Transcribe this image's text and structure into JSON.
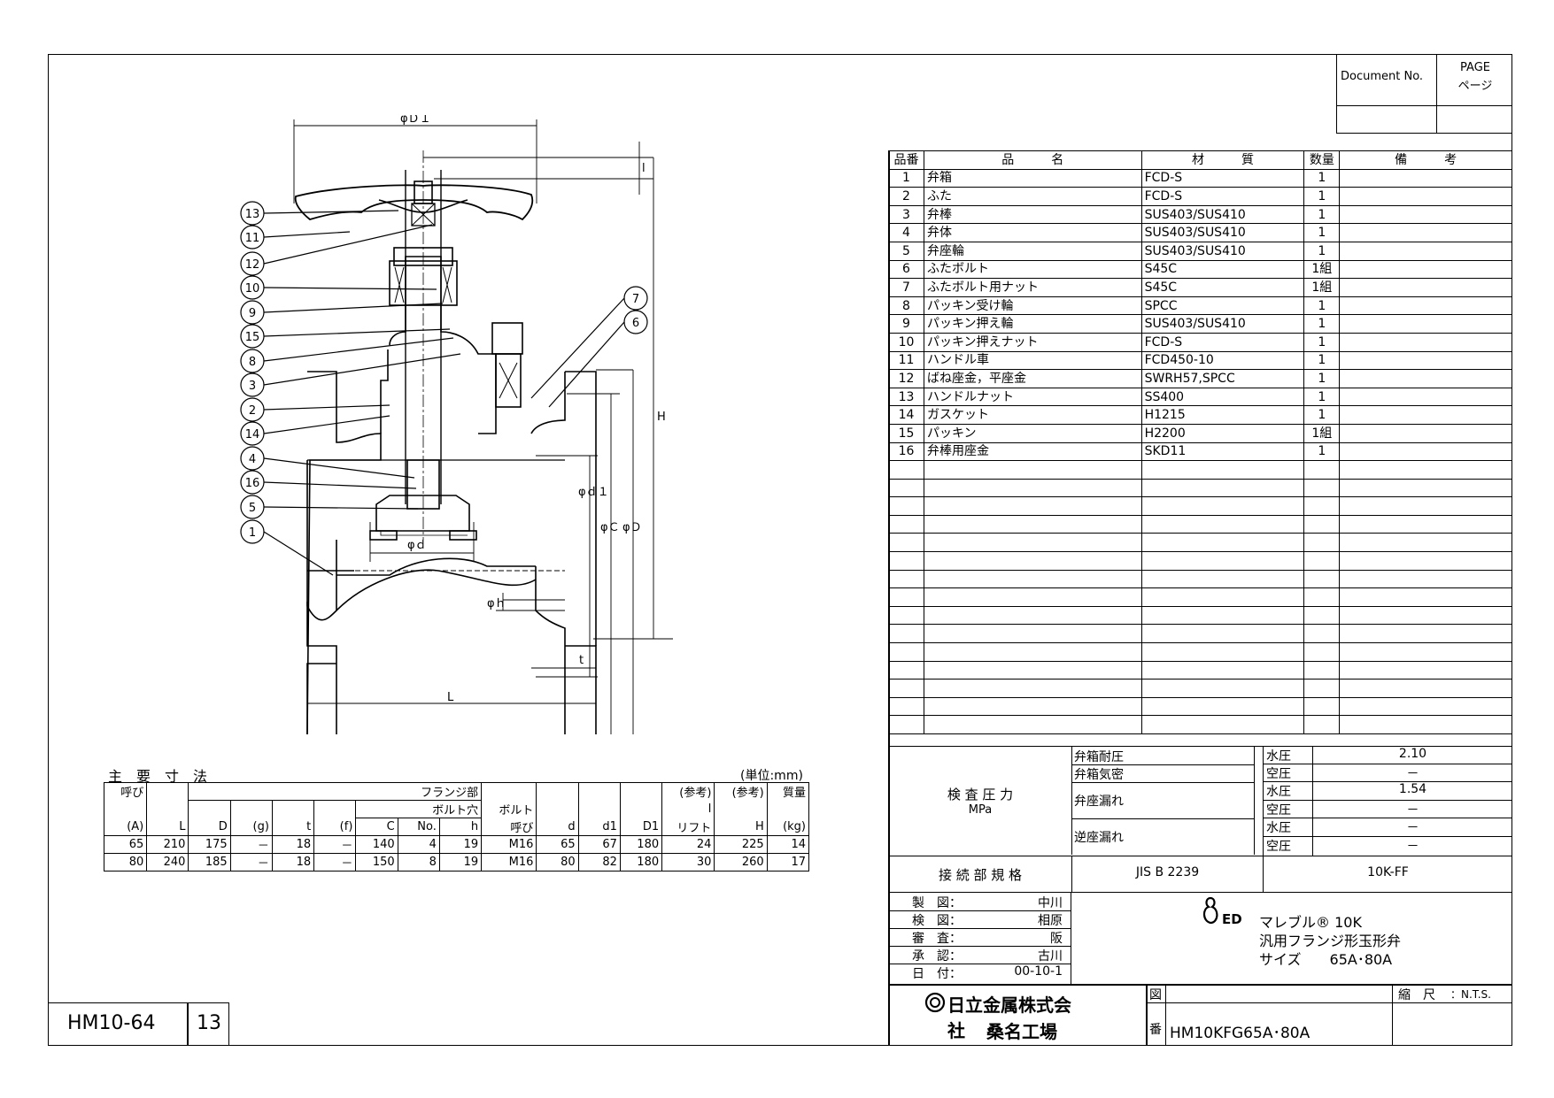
{
  "header": {
    "document_no_label": "Document No.",
    "page_label_en": "PAGE",
    "page_label_ja": "ページ"
  },
  "parts_table": {
    "headers": [
      "品番",
      "品　　　名",
      "材　　　質",
      "数量",
      "備　　　考"
    ],
    "rows": [
      {
        "no": "1",
        "name": "弁箱",
        "material": "FCD-S",
        "qty": "1",
        "note": ""
      },
      {
        "no": "2",
        "name": "ふた",
        "material": "FCD-S",
        "qty": "1",
        "note": ""
      },
      {
        "no": "3",
        "name": "弁棒",
        "material": "SUS403/SUS410",
        "qty": "1",
        "note": ""
      },
      {
        "no": "4",
        "name": "弁体",
        "material": "SUS403/SUS410",
        "qty": "1",
        "note": ""
      },
      {
        "no": "5",
        "name": "弁座輪",
        "material": "SUS403/SUS410",
        "qty": "1",
        "note": ""
      },
      {
        "no": "6",
        "name": "ふたボルト",
        "material": "S45C",
        "qty": "1組",
        "note": ""
      },
      {
        "no": "7",
        "name": "ふたボルト用ナット",
        "material": "S45C",
        "qty": "1組",
        "note": ""
      },
      {
        "no": "8",
        "name": "パッキン受け輪",
        "material": "SPCC",
        "qty": "1",
        "note": ""
      },
      {
        "no": "9",
        "name": "パッキン押え輪",
        "material": "SUS403/SUS410",
        "qty": "1",
        "note": ""
      },
      {
        "no": "10",
        "name": "パッキン押えナット",
        "material": "FCD-S",
        "qty": "1",
        "note": ""
      },
      {
        "no": "11",
        "name": "ハンドル車",
        "material": "FCD450-10",
        "qty": "1",
        "note": ""
      },
      {
        "no": "12",
        "name": "ばね座金，平座金",
        "material": "SWRH57,SPCC",
        "qty": "1",
        "note": ""
      },
      {
        "no": "13",
        "name": "ハンドルナット",
        "material": "SS400",
        "qty": "1",
        "note": ""
      },
      {
        "no": "14",
        "name": "ガスケット",
        "material": "H1215",
        "qty": "1",
        "note": ""
      },
      {
        "no": "15",
        "name": "パッキン",
        "material": "H2200",
        "qty": "1組",
        "note": ""
      },
      {
        "no": "16",
        "name": "弁棒用座金",
        "material": "SKD11",
        "qty": "1",
        "note": ""
      }
    ]
  },
  "inspection": {
    "title": "検 査 圧 力",
    "unit": "MPa",
    "body_pressure": "弁箱耐圧",
    "body_air": "弁箱気密",
    "seat_leak": "弁座漏れ",
    "back_seat_leak": "逆座漏れ",
    "water": "水圧",
    "air": "空圧",
    "v_body_water": "2.10",
    "v_body_air": "－",
    "v_seat_water": "1.54",
    "v_seat_air": "－",
    "v_back_water": "－",
    "v_back_air": "－"
  },
  "connection": {
    "label": "接 続 部 規 格",
    "standard": "JIS B 2239",
    "type": "10K-FF"
  },
  "approvals": [
    {
      "label": "製　図：",
      "value": "中川"
    },
    {
      "label": "検　図：",
      "value": "相原"
    },
    {
      "label": "審　査：",
      "value": "阪"
    },
    {
      "label": "承　認：",
      "value": "古川"
    },
    {
      "label": "日　付：",
      "value": "00-10-1"
    }
  ],
  "product": {
    "line1": "マレブル® 10K",
    "line2": "汎用フランジ形玉形弁",
    "line3": "サイズ　　65A･80A",
    "logo_mark": "ED"
  },
  "company": {
    "name": "日立金属株式会社",
    "plant": "桑名工場"
  },
  "drawing": {
    "zu_label": "図",
    "ban_label": "番",
    "number": "HM10KFG65A･80A",
    "scale_label": "縮　尺",
    "scale_value": "：N.T.S."
  },
  "footer_left": {
    "code": "HM10-64",
    "page": "13"
  },
  "dims_table": {
    "title": "主　要　寸　法",
    "unit": "(単位:mm)",
    "h_nominal": "呼び",
    "h_nominal_a": "(A)",
    "h_flange": "フランジ部",
    "h_bolt_hole": "ボルト穴",
    "h_bolt": "ボルト",
    "h_bolt_nominal": "呼び",
    "h_ref": "(参考)",
    "h_mass": "質量",
    "h_lift_l": "l",
    "h_lift": "リフト",
    "h_L": "L",
    "h_D": "D",
    "h_g": "(g)",
    "h_t": "t",
    "h_f": "(f)",
    "h_C": "C",
    "h_No": "No.",
    "h_h": "h",
    "h_d": "d",
    "h_d1": "d1",
    "h_D1": "D1",
    "h_H": "H",
    "h_kg": "(kg)",
    "rows": [
      [
        "65",
        "210",
        "175",
        "－",
        "18",
        "－",
        "140",
        "4",
        "19",
        "M16",
        "65",
        "67",
        "180",
        "24",
        "225",
        "14"
      ],
      [
        "80",
        "240",
        "185",
        "－",
        "18",
        "－",
        "150",
        "8",
        "19",
        "M16",
        "80",
        "82",
        "180",
        "30",
        "260",
        "17"
      ]
    ]
  },
  "drawing_labels": {
    "phiD1": "φＤ１",
    "l": "l",
    "H": "H",
    "phid1": "φｄ１",
    "phiC": "φＣ",
    "phiD": "φＤ",
    "phid": "φｄ",
    "phih": "φｈ",
    "t": "t",
    "L": "L",
    "balloons": [
      "13",
      "11",
      "12",
      "10",
      "9",
      "15",
      "8",
      "3",
      "2",
      "14",
      "4",
      "16",
      "5",
      "1",
      "7",
      "6"
    ]
  }
}
